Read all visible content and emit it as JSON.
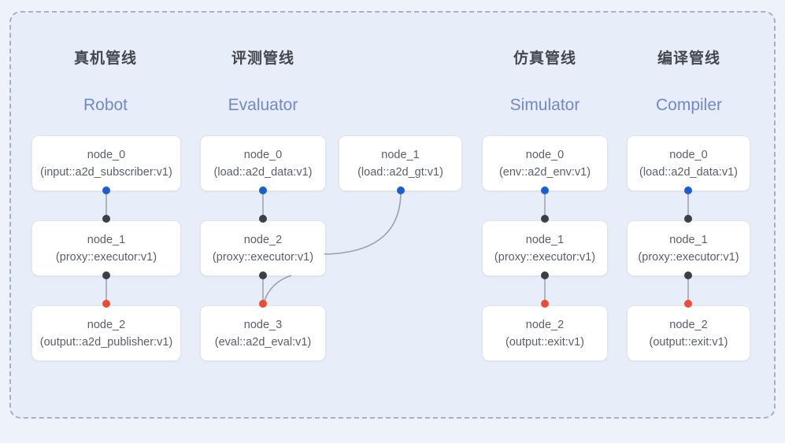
{
  "diagram": {
    "background_color": "#eef2fb",
    "panel_color": "#e7edf9",
    "frame_border_color": "#a9b0bd",
    "port_colors": {
      "input": "#1a5fd0",
      "internal": "#3b3f46",
      "output": "#ef4a36"
    },
    "edge_color": "#9aa1ae"
  },
  "columns": [
    {
      "id": "robot",
      "title_cn": "真机管线",
      "title_en": "Robot",
      "nodes": [
        {
          "name": "node_0",
          "type": "(input::a2d_subscriber:v1)"
        },
        {
          "name": "node_1",
          "type": "(proxy::executor:v1)"
        },
        {
          "name": "node_2",
          "type": "(output::a2d_publisher:v1)"
        }
      ]
    },
    {
      "id": "evaluator",
      "title_cn": "评测管线",
      "title_en": "Evaluator",
      "nodes": [
        {
          "name": "node_0",
          "type": "(load::a2d_data:v1)"
        },
        {
          "name": "node_1",
          "type": "(load::a2d_gt:v1)"
        },
        {
          "name": "node_2",
          "type": "(proxy::executor:v1)"
        },
        {
          "name": "node_3",
          "type": "(eval::a2d_eval:v1)"
        }
      ]
    },
    {
      "id": "simulator",
      "title_cn": "仿真管线",
      "title_en": "Simulator",
      "nodes": [
        {
          "name": "node_0",
          "type": "(env::a2d_env:v1)"
        },
        {
          "name": "node_1",
          "type": "(proxy::executor:v1)"
        },
        {
          "name": "node_2",
          "type": "(output::exit:v1)"
        }
      ]
    },
    {
      "id": "compiler",
      "title_cn": "编译管线",
      "title_en": "Compiler",
      "nodes": [
        {
          "name": "node_0",
          "type": "(load::a2d_data:v1)"
        },
        {
          "name": "node_1",
          "type": "(proxy::executor:v1)"
        },
        {
          "name": "node_2",
          "type": "(output::exit:v1)"
        }
      ]
    }
  ]
}
